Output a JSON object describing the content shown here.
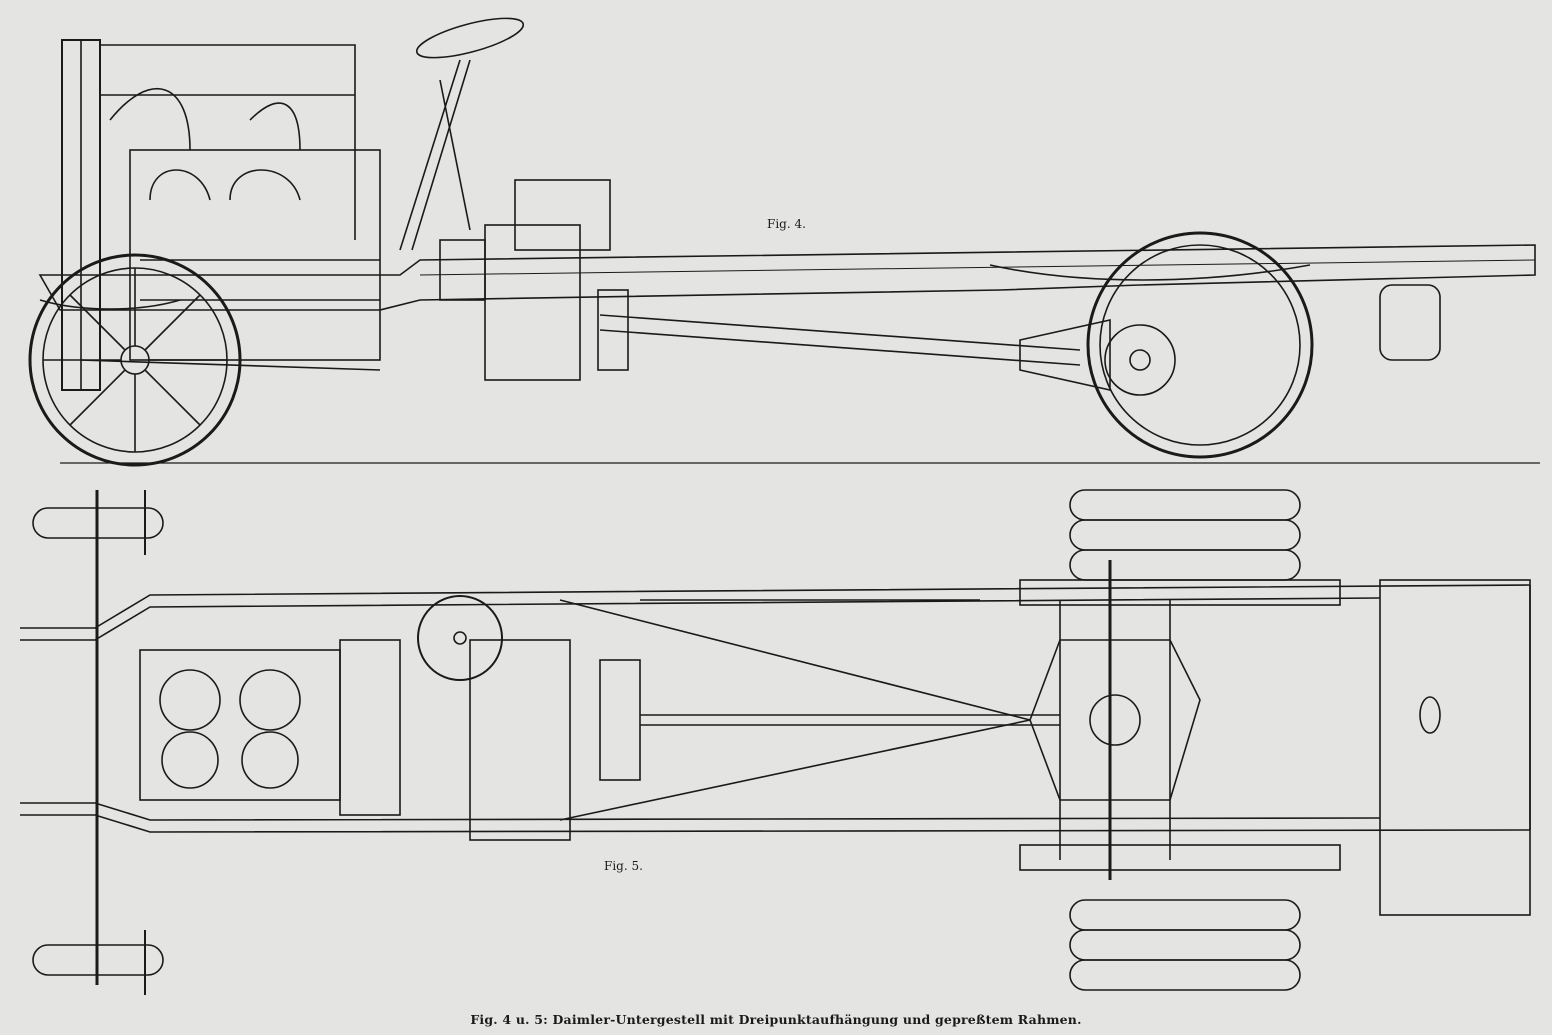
{
  "figures": {
    "fig4_label": "Fig. 4.",
    "fig5_label": "Fig. 5."
  },
  "caption": "Fig. 4 u. 5:  Daimler-Untergestell mit Dreipunktaufhängung und gepreßtem Rahmen.",
  "colors": {
    "paper": "#e4e4e2",
    "ink": "#1a1a1a"
  }
}
